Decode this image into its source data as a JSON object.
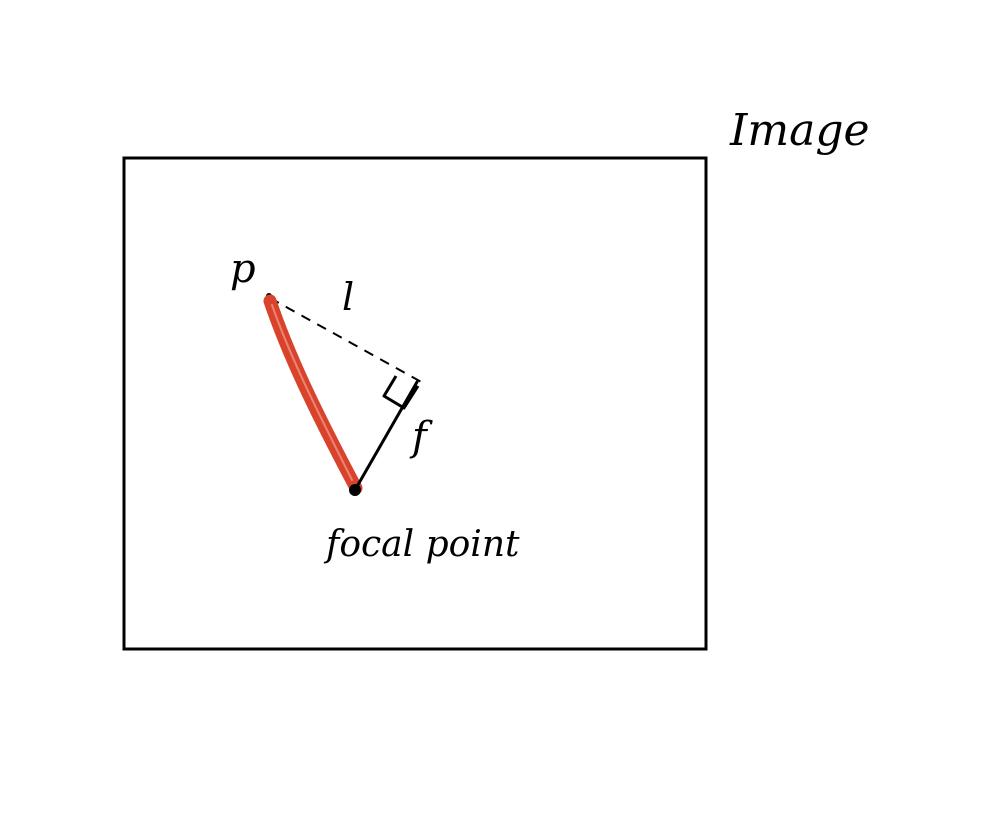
{
  "labels": {
    "title": "Image",
    "point": "p",
    "distance": "l",
    "focal_length": "f",
    "focal_point": "focal point"
  },
  "colors": {
    "stroke": "#000000",
    "highlight": "#d9432c",
    "background": "#ffffff"
  }
}
